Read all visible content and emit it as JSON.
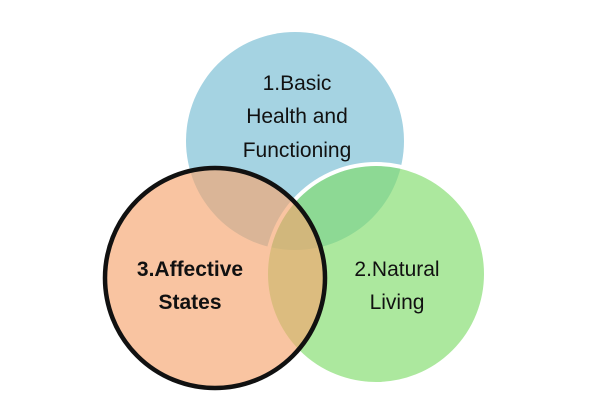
{
  "diagram": {
    "type": "venn",
    "circles": [
      {
        "id": "basic-health",
        "lines": [
          "1.Basic",
          "Health and",
          "Functioning"
        ],
        "color": "#a5d3e2"
      },
      {
        "id": "natural-living",
        "lines": [
          "2.Natural",
          "Living"
        ],
        "color": "#ace89e"
      },
      {
        "id": "affective-states",
        "lines": [
          "3.Affective",
          "States"
        ],
        "color": "#f9c4a1",
        "highlighted": true
      }
    ]
  }
}
